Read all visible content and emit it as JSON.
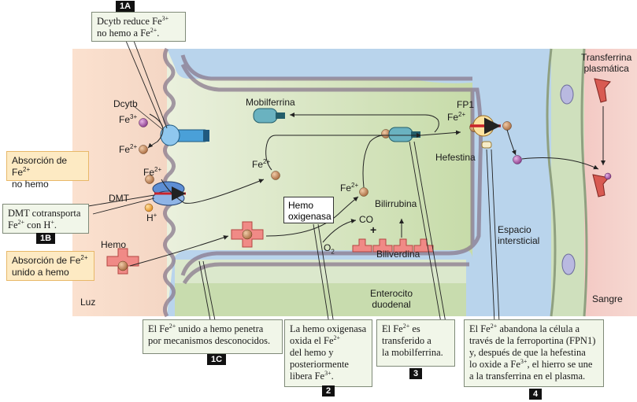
{
  "callouts": {
    "c1a": {
      "num": "1A",
      "text": "Dcytb reduce Fe3+ no hemo a Fe2+."
    },
    "c1b": {
      "num": "1B",
      "text": "DMT cotransporta Fe2+ con H+."
    },
    "c1c": {
      "num": "1C",
      "text": "El Fe2+ unido a hemo penetra por mecanismos desconocidos."
    },
    "c2": {
      "num": "2",
      "text": "La hemo oxigenasa oxida el Fe2+ del hemo y posteriormente libera Fe3+."
    },
    "c3": {
      "num": "3",
      "text": "El Fe2+ es transferido a la mobilferrina."
    },
    "c4": {
      "num": "4",
      "text": "El Fe2+ abandona la célula a través de la ferroportina (FPN1) y, después de que la hefestina lo oxide a Fe3+, el hierro se une a la transferrina en el plasma."
    }
  },
  "labels": {
    "absorcion_no_hemo": "Absorción de Fe2+ no hemo",
    "absorcion_hemo": "Absorción de Fe2+ unido a hemo",
    "dcytb": "Dcytb",
    "fe3": "Fe3+",
    "fe2_a": "Fe2+",
    "fe2_b": "Fe2+",
    "fe2_c": "Fe2+",
    "fe2_d": "Fe2+",
    "fe2_e": "Fe2+",
    "dmt": "DMT",
    "h_plus": "H+",
    "hemo": "Hemo",
    "luz": "Luz",
    "mobilferrina": "Mobilferrina",
    "hemo_oxigenasa": "Hemo oxigenasa",
    "co": "CO",
    "plus": "+",
    "o2": "O2",
    "bilirrubina": "Bilirrubina",
    "biliverdina": "Biliverdina",
    "enterocito": "Enterocito duodenal",
    "fp1": "FP1",
    "hefestina": "Hefestina",
    "espacio": "Espacio intersticial",
    "transferrina": "Transferrina plasmática",
    "sangre": "Sangre"
  }
}
